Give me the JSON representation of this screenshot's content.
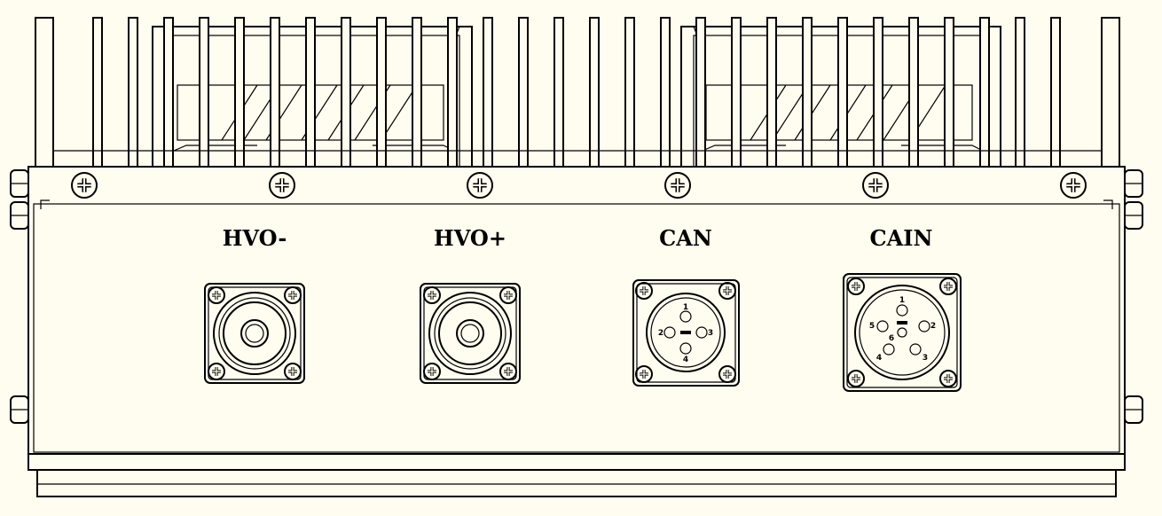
{
  "labels": {
    "hvo_minus": "HVO-",
    "hvo_plus": "HVO+",
    "can": "CAN",
    "cain": "CAIN"
  },
  "can_pins": [
    "1",
    "2",
    "3",
    "4"
  ],
  "cain_pins": [
    "1",
    "2",
    "3",
    "4",
    "5",
    "6"
  ]
}
